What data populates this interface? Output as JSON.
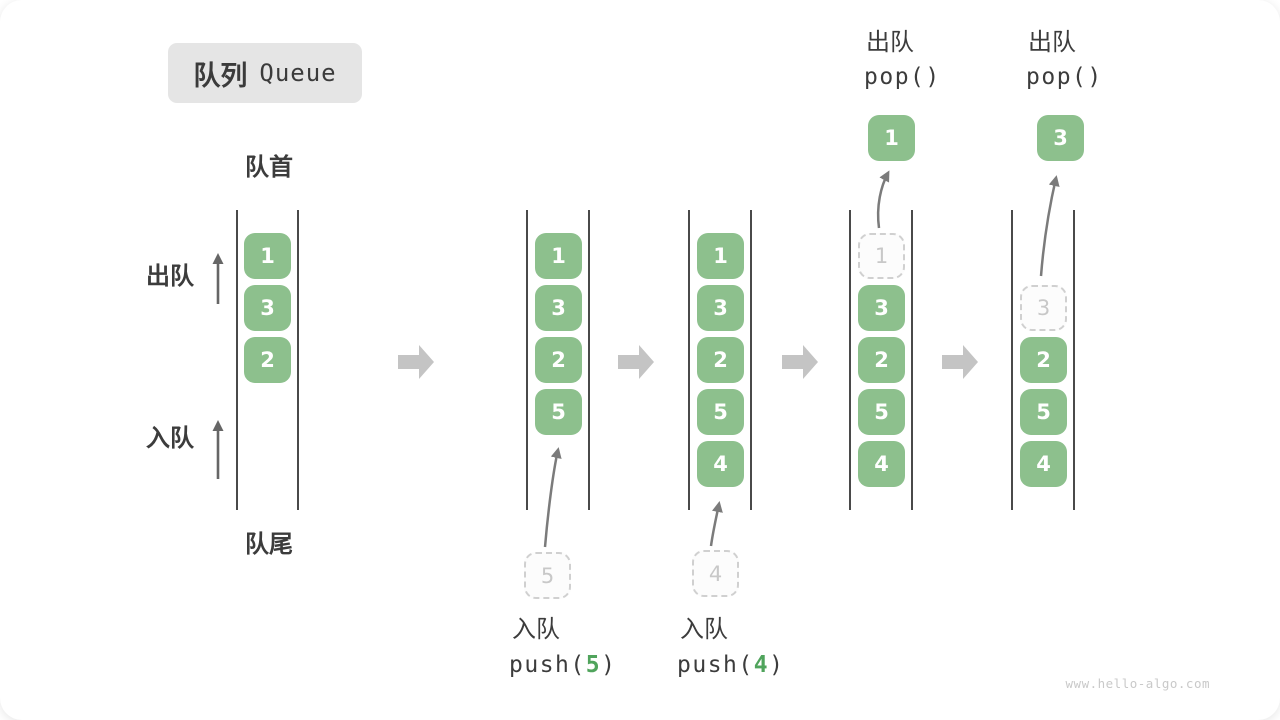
{
  "title": {
    "zh": "队列",
    "en": "Queue"
  },
  "front_label": "队首",
  "rear_label": "队尾",
  "side": {
    "dequeue": "出队",
    "enqueue": "入队"
  },
  "states": [
    {
      "items": [
        "1",
        "3",
        "2"
      ]
    },
    {
      "items": [
        "1",
        "3",
        "2",
        "5"
      ],
      "incoming": "5",
      "op": {
        "label": "入队",
        "fn": "push(",
        "arg": "5",
        "close": ")"
      }
    },
    {
      "items": [
        "1",
        "3",
        "2",
        "5",
        "4"
      ],
      "incoming": "4",
      "op": {
        "label": "入队",
        "fn": "push(",
        "arg": "4",
        "close": ")"
      }
    },
    {
      "items": [
        "3",
        "2",
        "5",
        "4"
      ],
      "removed": "1",
      "popped": "1",
      "op": {
        "label": "出队",
        "fn": "pop()"
      }
    },
    {
      "items": [
        "2",
        "5",
        "4"
      ],
      "removed": "3",
      "popped": "3",
      "op": {
        "label": "出队",
        "fn": "pop()"
      }
    }
  ],
  "watermark": "www.hello-algo.com",
  "colors": {
    "item_green": "#8dc08d",
    "code_arg_green": "#50a45c",
    "badge_gray": "#e5e5e5"
  }
}
